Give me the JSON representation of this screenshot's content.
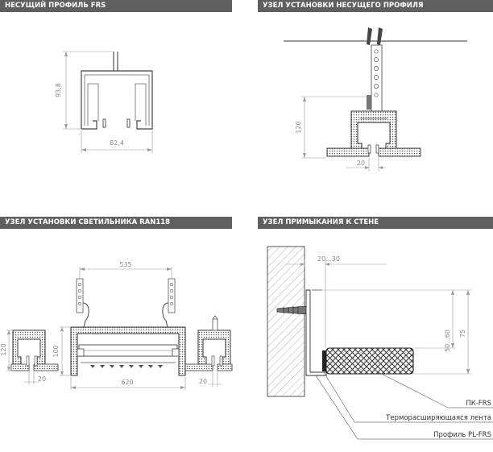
{
  "panels": {
    "frs_profile": {
      "title": "НЕСУЩИЙ ПРОФИЛЬ FRS",
      "dim_height": "93,8",
      "dim_width": "82,4"
    },
    "carrier_mount": {
      "title": "УЗЕЛ УСТАНОВКИ НЕСУЩЕГО ПРОФИЛЯ",
      "dim_height": "120",
      "dim_gap": "20"
    },
    "luminaire_mount": {
      "title": "УЗЕЛ УСТАНОВКИ СВЕТИЛЬНИКА RAN118",
      "dim_top": "535",
      "dim_bottom": "620",
      "dim_left_height": "120",
      "dim_inner_height": "100",
      "dim_gap_left": "20",
      "dim_gap_right": "20"
    },
    "wall_junction": {
      "title": "УЗЕЛ ПРИМЫКАНИЯ К СТЕНЕ",
      "dim_gap": "20...30",
      "dim_mid": "50...60",
      "dim_height": "75",
      "labels": [
        "ПК-FRS",
        "Терморасширяющаяся лента",
        "Профиль PL-FRS"
      ]
    }
  }
}
